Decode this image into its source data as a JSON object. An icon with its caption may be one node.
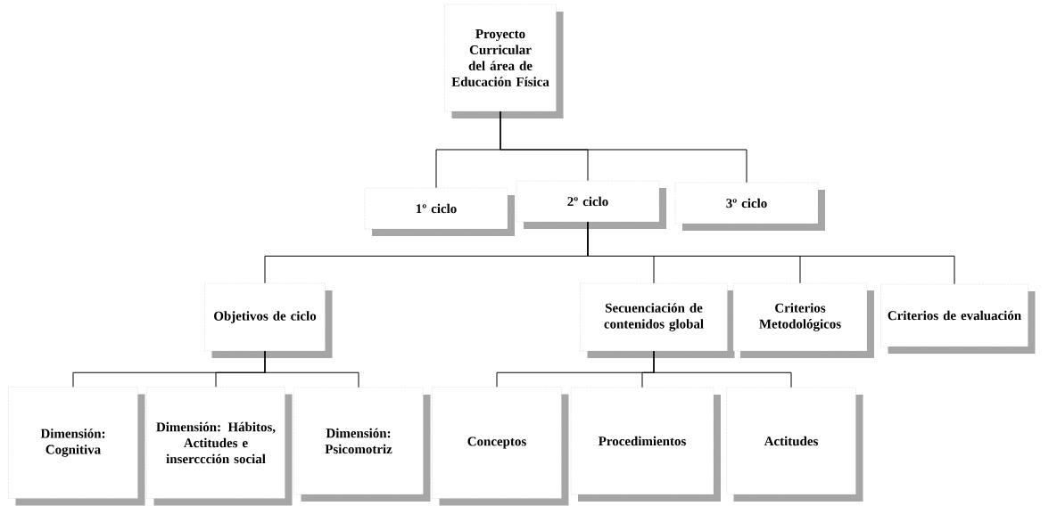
{
  "diagram": {
    "nodes": [
      {
        "text": [
          "Proyecto Curricular del área de Educación Física"
        ]
      },
      {
        "text": [
          "1º ciclo"
        ]
      },
      {
        "text": [
          "2º ciclo"
        ]
      },
      {
        "text": [
          "3º ciclo"
        ]
      },
      {
        "text": [
          "Objetivos de ciclo"
        ]
      },
      {
        "text": [
          "Secuenciación de contenidos global"
        ]
      },
      {
        "text": [
          "Criterios Metodológicos"
        ]
      },
      {
        "text": [
          "Criterios de evaluación"
        ]
      },
      {
        "text": [
          "Dimensión: Cognitiva"
        ]
      },
      {
        "text": [
          "Dimensión: Hábitos, Actitudes e inserccción social"
        ]
      },
      {
        "text": [
          "Dimensión: Psicomotriz"
        ]
      },
      {
        "text": [
          "Conceptos"
        ]
      },
      {
        "text": [
          "Procedimientos"
        ]
      },
      {
        "text": [
          "Actitudes"
        ]
      }
    ],
    "edges": [
      {
        "from": 0,
        "to": 1,
        "arrow": "none"
      },
      {
        "from": 0,
        "to": 2,
        "arrow": "none"
      },
      {
        "from": 0,
        "to": 3,
        "arrow": "none"
      },
      {
        "from": 2,
        "to": 4,
        "arrow": "none"
      },
      {
        "from": 2,
        "to": 5,
        "arrow": "none"
      },
      {
        "from": 2,
        "to": 6,
        "arrow": "none"
      },
      {
        "from": 2,
        "to": 7,
        "arrow": "none"
      },
      {
        "from": 4,
        "to": 8,
        "arrow": "none"
      },
      {
        "from": 4,
        "to": 9,
        "arrow": "none"
      },
      {
        "from": 4,
        "to": 10,
        "arrow": "none"
      },
      {
        "from": 5,
        "to": 11,
        "arrow": "none"
      },
      {
        "from": 5,
        "to": 12,
        "arrow": "none"
      },
      {
        "from": 5,
        "to": 13,
        "arrow": "none"
      }
    ]
  }
}
